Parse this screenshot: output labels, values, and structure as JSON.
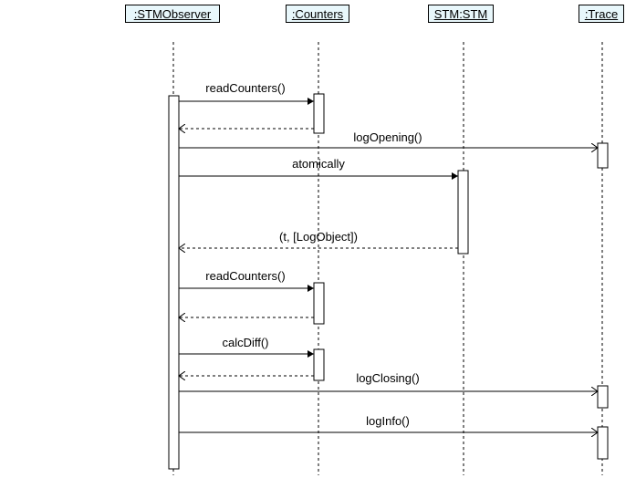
{
  "participants": [
    {
      "id": "observer",
      "label": ":STMObserver"
    },
    {
      "id": "counters",
      "label": ":Counters"
    },
    {
      "id": "stm",
      "label": "STM:STM"
    },
    {
      "id": "trace",
      "label": ":Trace"
    }
  ],
  "messages": [
    {
      "id": "m1",
      "label": "readCounters()",
      "from": "observer",
      "to": "counters",
      "kind": "call"
    },
    {
      "id": "m1r",
      "label": "",
      "from": "counters",
      "to": "observer",
      "kind": "return"
    },
    {
      "id": "m2",
      "label": "logOpening()",
      "from": "observer",
      "to": "trace",
      "kind": "call"
    },
    {
      "id": "m3",
      "label": "atomically",
      "from": "observer",
      "to": "stm",
      "kind": "call"
    },
    {
      "id": "m3r",
      "label": "(t, [LogObject])",
      "from": "stm",
      "to": "observer",
      "kind": "return"
    },
    {
      "id": "m4",
      "label": "readCounters()",
      "from": "observer",
      "to": "counters",
      "kind": "call"
    },
    {
      "id": "m4r",
      "label": "",
      "from": "counters",
      "to": "observer",
      "kind": "return"
    },
    {
      "id": "m5",
      "label": "calcDiff()",
      "from": "observer",
      "to": "counters",
      "kind": "call"
    },
    {
      "id": "m5r",
      "label": "",
      "from": "counters",
      "to": "observer",
      "kind": "return"
    },
    {
      "id": "m6",
      "label": "logClosing()",
      "from": "observer",
      "to": "trace",
      "kind": "call"
    },
    {
      "id": "m7",
      "label": "logInfo()",
      "from": "observer",
      "to": "trace",
      "kind": "call"
    }
  ]
}
